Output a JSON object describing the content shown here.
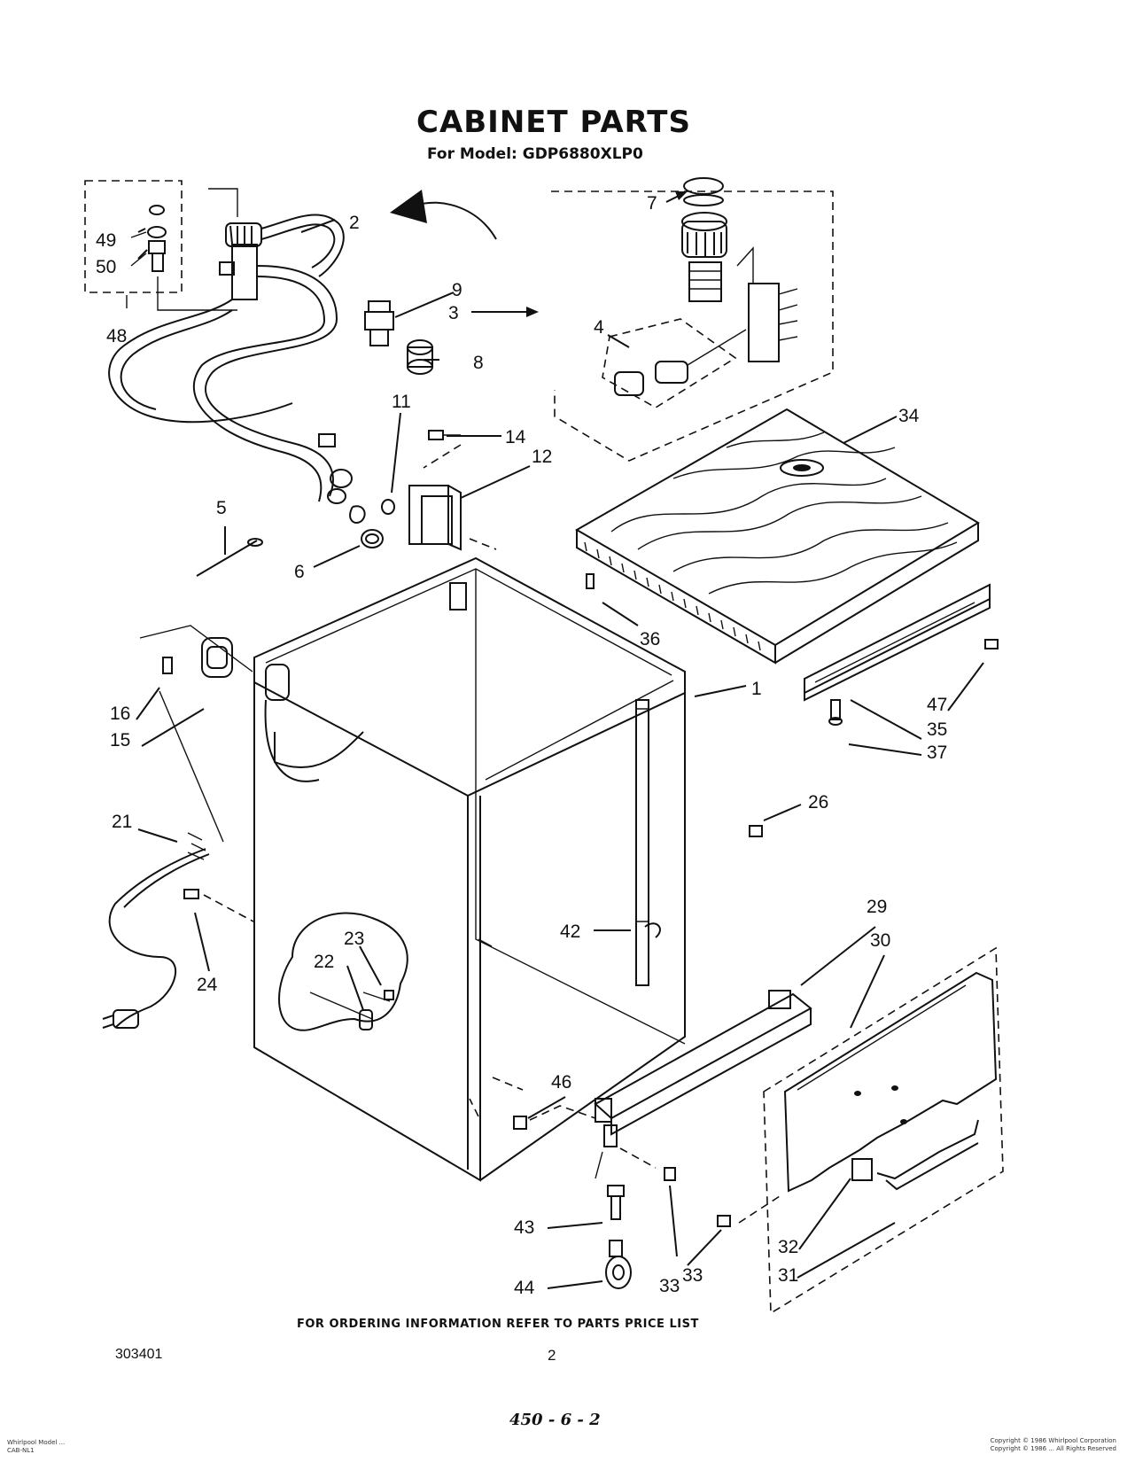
{
  "title": "CABINET PARTS",
  "subtitle": "For Model: GDP6880XLP0",
  "footer_note": "FOR ORDERING INFORMATION REFER TO PARTS PRICE LIST",
  "doc_number": "303401",
  "page_number": "2",
  "scribble": "450 - 6 - 2",
  "fine_print_left": "Whirlpool Model ...\nCAB-NL1",
  "fine_print_right": "Copyright © 1986 Whirlpool Corporation\nCopyright © 1986 ... All Rights Reserved",
  "callouts": {
    "c1": "1",
    "c2": "2",
    "c3": "3",
    "c4": "4",
    "c5": "5",
    "c6": "6",
    "c7": "7",
    "c8": "8",
    "c9": "9",
    "c11": "11",
    "c12": "12",
    "c14": "14",
    "c15": "15",
    "c16": "16",
    "c21": "21",
    "c22": "22",
    "c23": "23",
    "c24": "24",
    "c26": "26",
    "c29": "29",
    "c30": "30",
    "c31": "31",
    "c32": "32",
    "c33a": "33",
    "c33b": "33",
    "c34": "34",
    "c35": "35",
    "c36": "36",
    "c37": "37",
    "c42": "42",
    "c43": "43",
    "c44": "44",
    "c46": "46",
    "c47": "47",
    "c48": "48",
    "c49": "49",
    "c50": "50"
  }
}
